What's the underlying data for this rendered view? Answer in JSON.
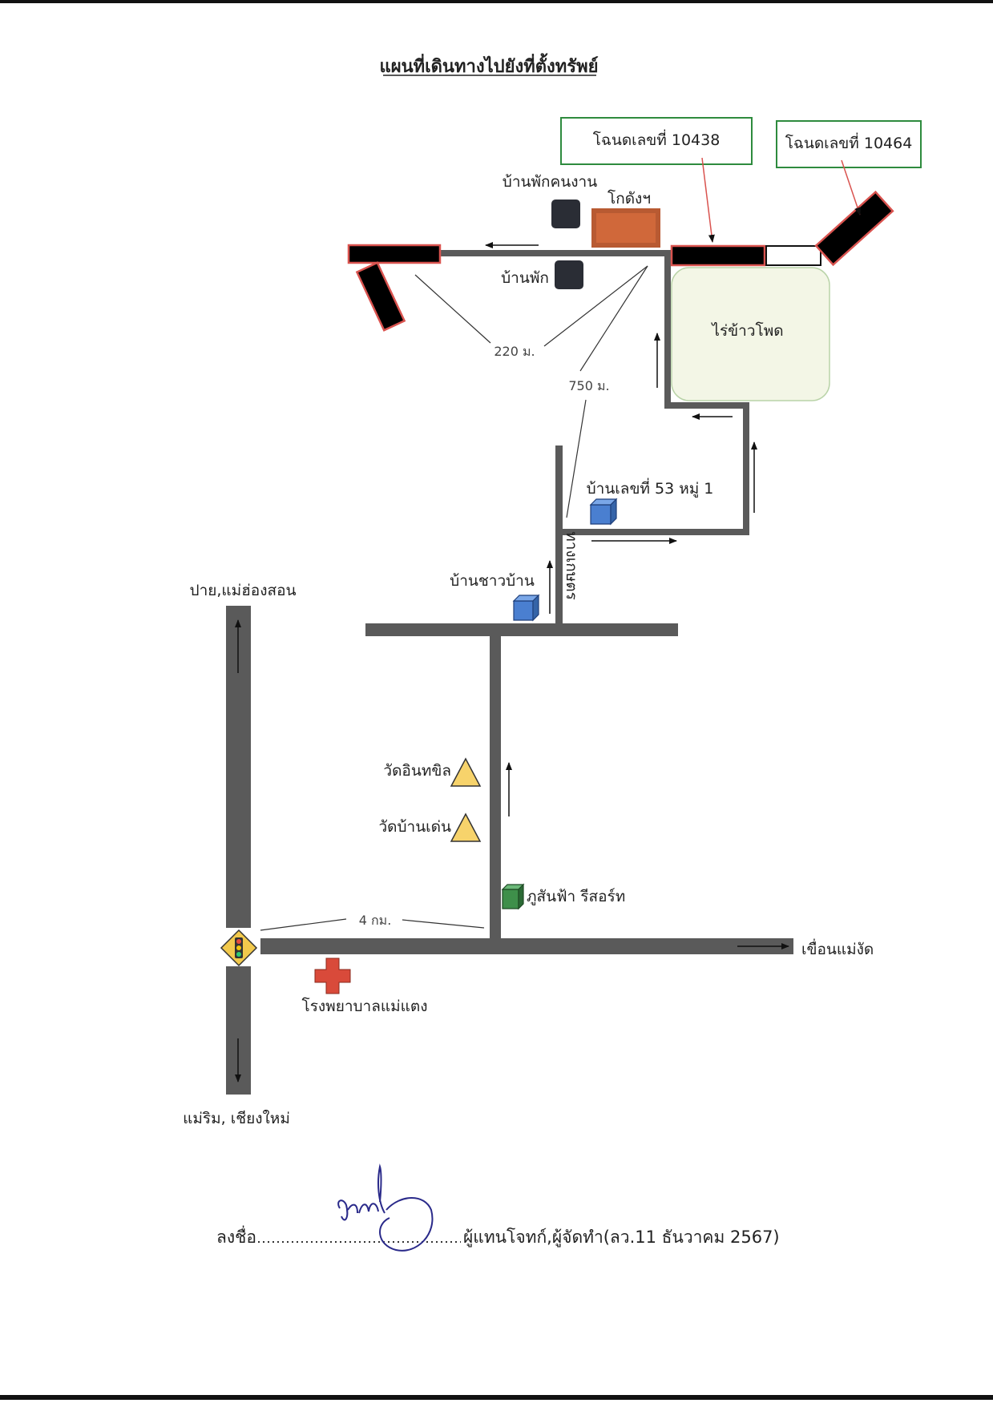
{
  "title": "แผนที่เดินทางไปยังที่ตั้งทรัพย์",
  "deeds": {
    "deed1": "โฉนดเลขที่ 10438",
    "deed2": "โฉนดเลขที่ 10464"
  },
  "places": {
    "workers_house": "บ้านพักคนงาน",
    "warehouse": "โกดังฯ",
    "residence": "บ้านพัก",
    "corn_field": "ไร่ข้าวโพด",
    "house_53": "บ้านเลขที่ 53 หมู่ 1",
    "village_house": "บ้านชาวบ้าน",
    "farm_road": "ทางเกษตร",
    "wat_inthakhin": "วัดอินทขิล",
    "wat_ban_den": "วัดบ้านเด่น",
    "resort": "ภูสันฟ้า รีสอร์ท",
    "hospital": "โรงพยาบาลแม่แตง",
    "dam": "เขื่อนแม่งัด",
    "north_dest": "ปาย,แม่ฮ่องสอน",
    "south_dest": "แม่ริม, เชียงใหม่"
  },
  "distances": {
    "d220": "220 ม.",
    "d750": "750 ม.",
    "d4km": "4 กม."
  },
  "signature": {
    "prefix": "ลงชื่อ",
    "suffix": "ผู้แทนโจทก์,ผู้จัดทำ(ลว.11 ธันวาคม 2567)"
  },
  "colors": {
    "road": "#5a5a5a",
    "plot": "#000000",
    "plot_border": "#d9534f",
    "deed_box": "#2e8b3e",
    "warehouse": "#d0683a",
    "house_dark": "#2a2d35",
    "house_blue": "#4a7fd0",
    "resort_green": "#3e8f4a",
    "temple": "#f7d36b",
    "hospital": "#d94a3a",
    "field": "#f3f6e6",
    "signature_ink": "#2a2a8a"
  },
  "icons": [
    "arrow-icon",
    "temple-triangle-icon",
    "hospital-cross-icon",
    "traffic-light-icon",
    "house-cube-icon"
  ]
}
